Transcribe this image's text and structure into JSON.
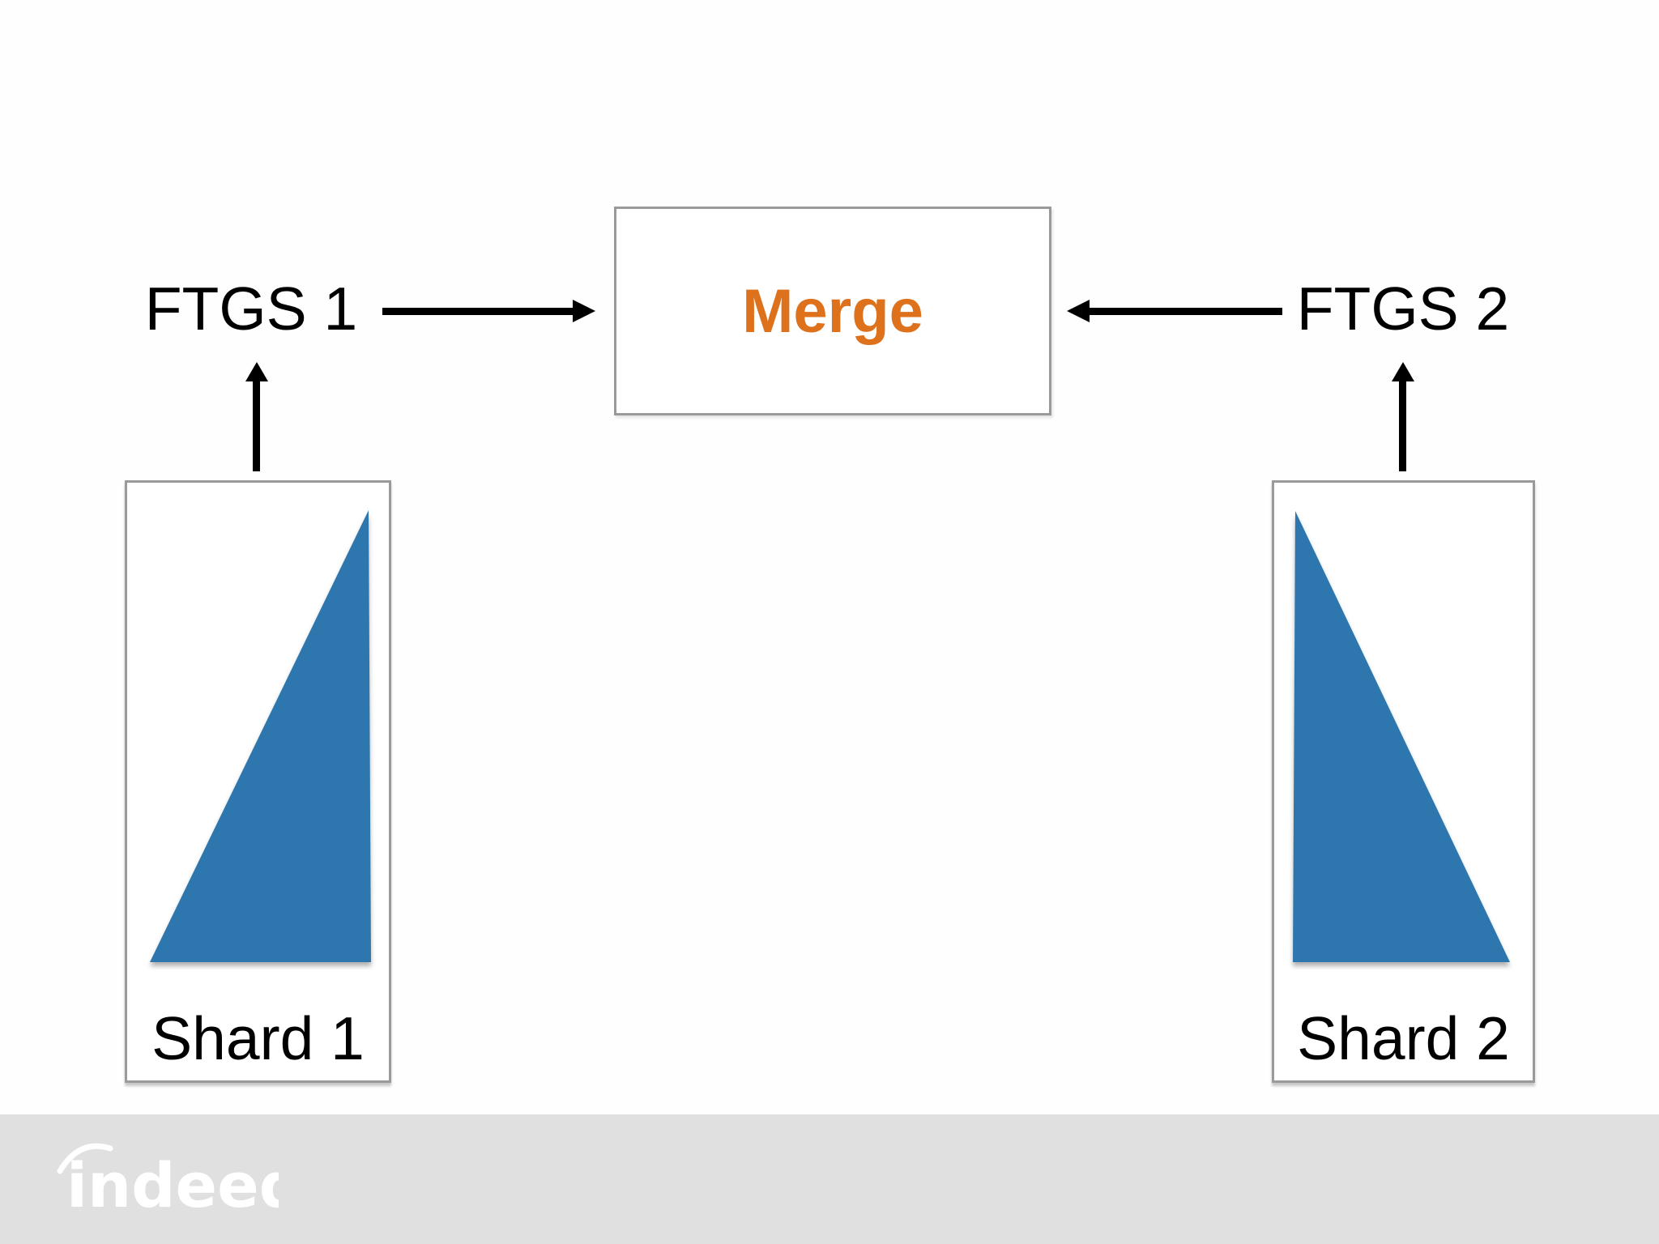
{
  "theme": {
    "slide_bg": "#FEFEFE",
    "box_bg": "#FFFFFF",
    "border_gray": "#9A9A9A",
    "accent_orange": "#DE711C",
    "triangle_blue": "#2E77AE",
    "arrow_black": "#000000",
    "text_black": "#000000",
    "footer_gray": "#E0E0E0",
    "logo_white": "#FFFFFF"
  },
  "diagram": {
    "merge_box": {
      "label": "Merge"
    },
    "ftgs_left": {
      "label": "FTGS 1"
    },
    "ftgs_right": {
      "label": "FTGS 2"
    },
    "shard_left": {
      "label": "Shard 1"
    },
    "shard_right": {
      "label": "Shard 2"
    }
  },
  "footer": {
    "logo_text": "indeed"
  }
}
